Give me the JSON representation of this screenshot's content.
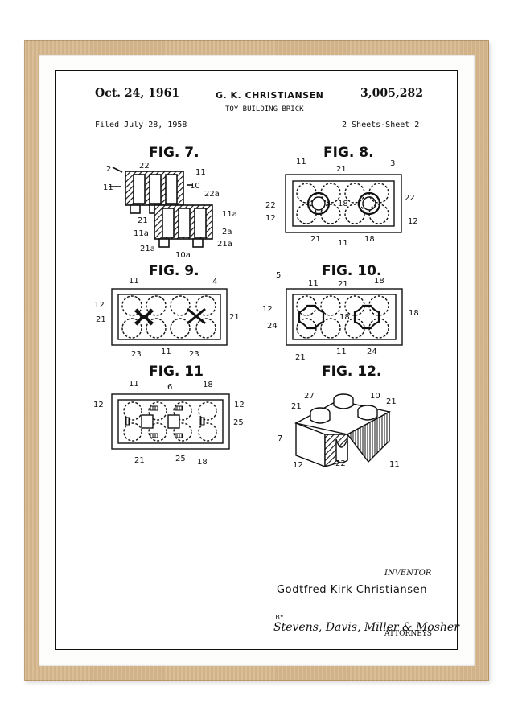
{
  "header": {
    "date": "Oct. 24, 1961",
    "inventor": "G. K. CHRISTIANSEN",
    "patent_number": "3,005,282",
    "title": "TOY BUILDING BRICK",
    "filed": "Filed July 28, 1958",
    "sheets": "2 Sheets-Sheet 2"
  },
  "figures": {
    "fig7": {
      "label": "FIG. 7.",
      "refs": [
        "2",
        "22",
        "11",
        "11",
        "10",
        "22a",
        "21",
        "11a",
        "2a",
        "11a",
        "21a",
        "10a",
        "21a"
      ]
    },
    "fig8": {
      "label": "FIG. 8.",
      "refs": [
        "11",
        "21",
        "3",
        "22",
        "18",
        "22",
        "12",
        "12",
        "21",
        "11",
        "18"
      ]
    },
    "fig9": {
      "label": "FIG. 9.",
      "refs": [
        "11",
        "4",
        "12",
        "21",
        "21",
        "23",
        "11",
        "23"
      ]
    },
    "fig10": {
      "label": "FIG. 10.",
      "refs": [
        "5",
        "11",
        "21",
        "18",
        "12",
        "18",
        "24",
        "18",
        "21",
        "11",
        "24"
      ]
    },
    "fig11": {
      "label": "FIG. 11",
      "refs": [
        "11",
        "6",
        "18",
        "12",
        "12",
        "25",
        "21",
        "25",
        "18"
      ]
    },
    "fig12": {
      "label": "FIG. 12.",
      "refs": [
        "27",
        "10",
        "21",
        "21",
        "7",
        "12",
        "22",
        "11"
      ]
    }
  },
  "signature": {
    "inventor_label": "INVENTOR",
    "inventor_name": "Godtfred Kirk Christiansen",
    "by": "BY",
    "attorneys_signature": "Stevens, Davis, Miller & Mosher",
    "attorneys_label": "ATTORNEYS"
  }
}
